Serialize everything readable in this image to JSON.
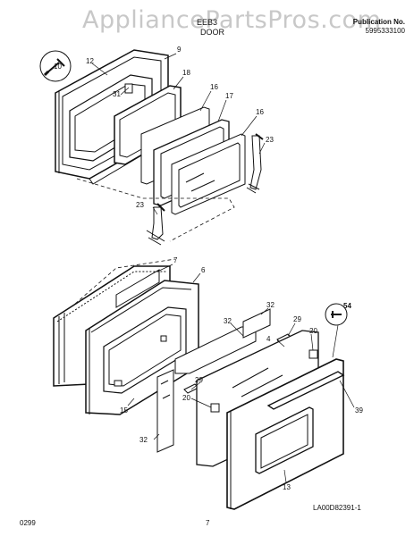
{
  "watermark": "AppliancePartsPros.com",
  "header": {
    "model": "EEB3",
    "title": "DOOR",
    "publication_label": "Publication No.",
    "publication_number": "5995333100"
  },
  "callouts": {
    "c10": "10",
    "c12": "12",
    "c9": "9",
    "c18": "18",
    "c31": "31",
    "c16a": "16",
    "c17": "17",
    "c16b": "16",
    "c23a": "23",
    "c23b": "23",
    "c7": "7",
    "c6": "6",
    "c32a": "32",
    "c32b": "32",
    "c29a": "29",
    "c4": "4",
    "c20a": "20",
    "c54": "54",
    "c29b": "29",
    "c20b": "20",
    "c39": "39",
    "c15": "15",
    "c32c": "32",
    "c13": "13"
  },
  "footer": {
    "left_code": "0299",
    "page": "7",
    "drawing_code": "LA00D82391-1"
  }
}
